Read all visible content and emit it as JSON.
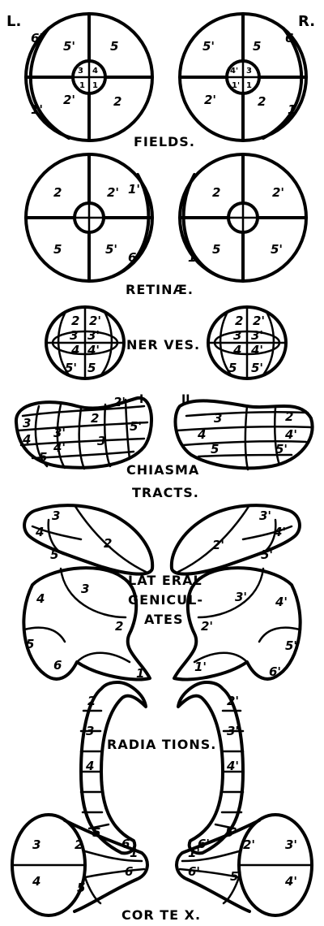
{
  "side_labels": {
    "left": "L.",
    "right": "R."
  },
  "stage_labels": {
    "fields": "FIELDS.",
    "retinae": "RETINÆ.",
    "nerves": "NER VES.",
    "chiasma": "CHIASMA",
    "tracts": "TRACTS.",
    "lateral_1": "LAT ERAL",
    "lateral_2": "GENICUL-",
    "lateral_3": "ATES",
    "radiations": "RADIA TIONS.",
    "cortex": "COR TE X."
  },
  "chiasma_marks": {
    "left": "I",
    "right": "II"
  },
  "regions": {
    "r1": "1",
    "r1p": "1'",
    "r2": "2",
    "r2p": "2'",
    "r3": "3",
    "r3p": "3'",
    "r4": "4",
    "r4p": "4'",
    "r5": "5",
    "r5p": "5'",
    "r6": "6",
    "r6p": "6'"
  }
}
